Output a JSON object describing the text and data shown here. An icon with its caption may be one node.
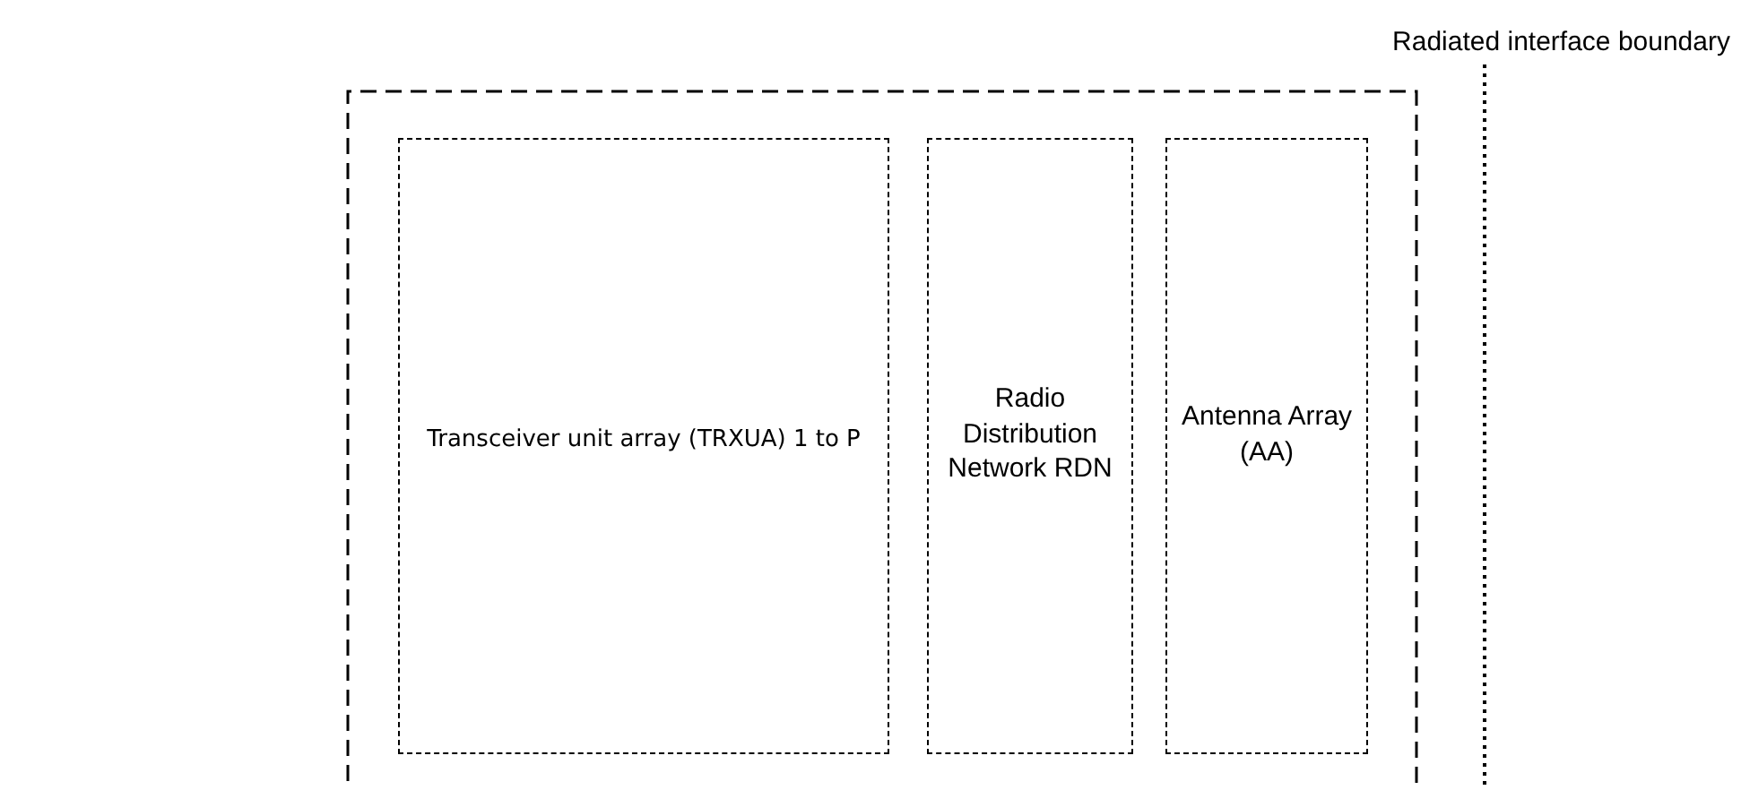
{
  "diagram": {
    "nodes": [
      {
        "text": [],
        "shape": "box"
      },
      {
        "text": [
          "Transceiver unit array (TRXUA) 1 to P"
        ],
        "in": 0
      },
      {
        "text": [
          "Radio Distribution Network RDN"
        ],
        "in": 0
      },
      {
        "text": [
          "Antenna Array (AA)"
        ],
        "in": 0
      }
    ],
    "labels": [
      "Radiated interface boundary"
    ]
  }
}
